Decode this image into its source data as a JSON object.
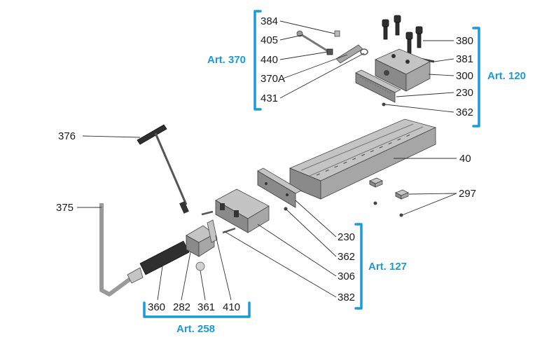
{
  "colors": {
    "accent": "#1a9ad6",
    "text": "#1a1a1a",
    "lead": "#333333"
  },
  "labels": {
    "p384": "384",
    "p405": "405",
    "p440": "440",
    "p370A": "370A",
    "p431": "431",
    "p380": "380",
    "p381": "381",
    "p300": "300",
    "p230a": "230",
    "p362a": "362",
    "p376": "376",
    "p40": "40",
    "p297": "297",
    "p375": "375",
    "p230b": "230",
    "p362b": "362",
    "p306": "306",
    "p382": "382",
    "p360": "360",
    "p282": "282",
    "p361": "361",
    "p410": "410"
  },
  "groups": {
    "art370": "Art. 370",
    "art120": "Art. 120",
    "art127": "Art. 127",
    "art258": "Art. 258"
  }
}
